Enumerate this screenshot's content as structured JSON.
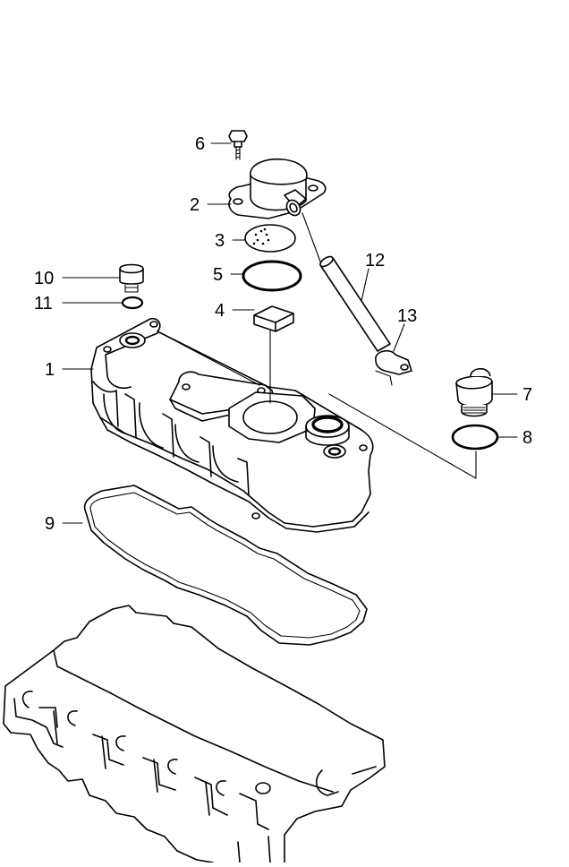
{
  "diagram": {
    "callouts": [
      {
        "id": "1",
        "text": "1"
      },
      {
        "id": "2",
        "text": "2"
      },
      {
        "id": "3",
        "text": "3"
      },
      {
        "id": "4",
        "text": "4"
      },
      {
        "id": "5",
        "text": "5"
      },
      {
        "id": "6",
        "text": "6"
      },
      {
        "id": "7",
        "text": "7"
      },
      {
        "id": "8",
        "text": "8"
      },
      {
        "id": "9",
        "text": "9"
      },
      {
        "id": "10",
        "text": "10"
      },
      {
        "id": "11",
        "text": "11"
      },
      {
        "id": "12",
        "text": "12"
      },
      {
        "id": "13",
        "text": "13"
      }
    ],
    "line_color": "#000000",
    "background": "#ffffff"
  }
}
